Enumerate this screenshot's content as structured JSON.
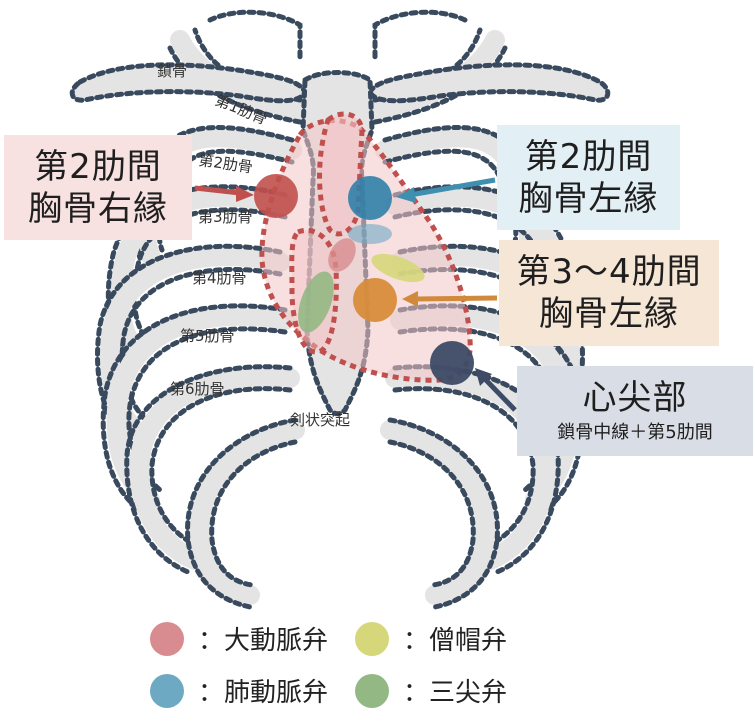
{
  "bone_labels": {
    "clavicle": "鎖骨",
    "rib1": "第1肋骨",
    "rib2": "第2肋骨",
    "rib3": "第3肋骨",
    "rib4": "第4肋骨",
    "rib5": "第5肋骨",
    "rib6": "第6肋骨",
    "xiphoid": "剣状突起"
  },
  "callouts": {
    "aortic": {
      "line1": "第2肋間",
      "line2": "胸骨右縁",
      "bg": "#f7e1e1",
      "arrow": "#c0504d"
    },
    "pulmonic": {
      "line1": "第2肋間",
      "line2": "胸骨左縁",
      "bg": "#e2eff5",
      "arrow": "#3f8fb0"
    },
    "tricuspid_area": {
      "line1": "第3〜4肋間",
      "line2": "胸骨左縁",
      "bg": "#f6e6d6",
      "arrow": "#d18a3c"
    },
    "apex": {
      "line1": "心尖部",
      "line2": "鎖骨中線＋第5肋間",
      "bg": "#d9dde5",
      "arrow": "#3d4b66"
    }
  },
  "legend": [
    {
      "label": "：大動脈弁",
      "color": "#d98c8f"
    },
    {
      "label": "：僧帽弁",
      "color": "#d6d77a"
    },
    {
      "label": "：肺動脈弁",
      "color": "#6ea9c4"
    },
    {
      "label": "：三尖弁",
      "color": "#93b884"
    }
  ],
  "colors": {
    "bone": "#e4e4e4",
    "bone_outline": "#3a4a5e",
    "heart_outline": "#c0504d",
    "heart_fill": "#f3c4c6",
    "aortic_point": "#c0504d",
    "pulmonic_point": "#3080a8",
    "erb_point": "#d98c3a",
    "apex_point": "#3d4b66"
  }
}
